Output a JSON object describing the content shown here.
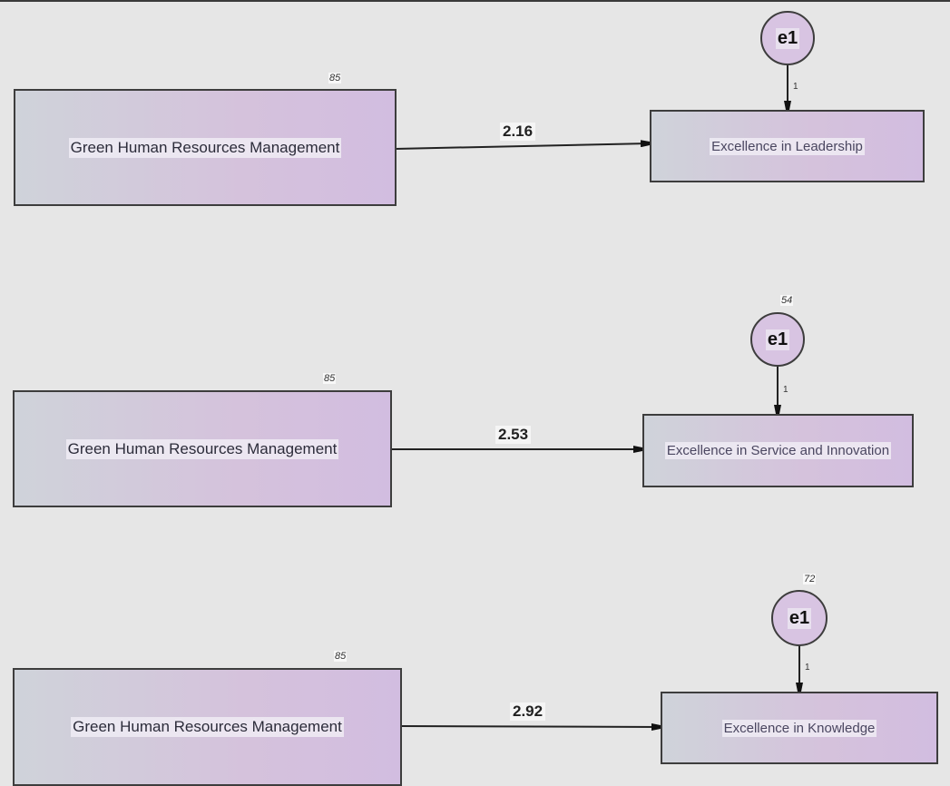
{
  "models": [
    {
      "source_label": "Green Human Resources Management",
      "source_variance": "85",
      "path_coefficient": "2.16",
      "target_label": "Excellence in Leadership",
      "error_label": "e1",
      "error_variance": "",
      "error_weight": "1"
    },
    {
      "source_label": "Green Human Resources Management",
      "source_variance": "85",
      "path_coefficient": "2.53",
      "target_label": "Excellence in Service and Innovation",
      "error_label": "e1",
      "error_variance": "54",
      "error_weight": "1"
    },
    {
      "source_label": "Green Human Resources Management",
      "source_variance": "85",
      "path_coefficient": "2.92",
      "target_label": "Excellence in Knowledge",
      "error_label": "e1",
      "error_variance": "72",
      "error_weight": "1"
    }
  ]
}
